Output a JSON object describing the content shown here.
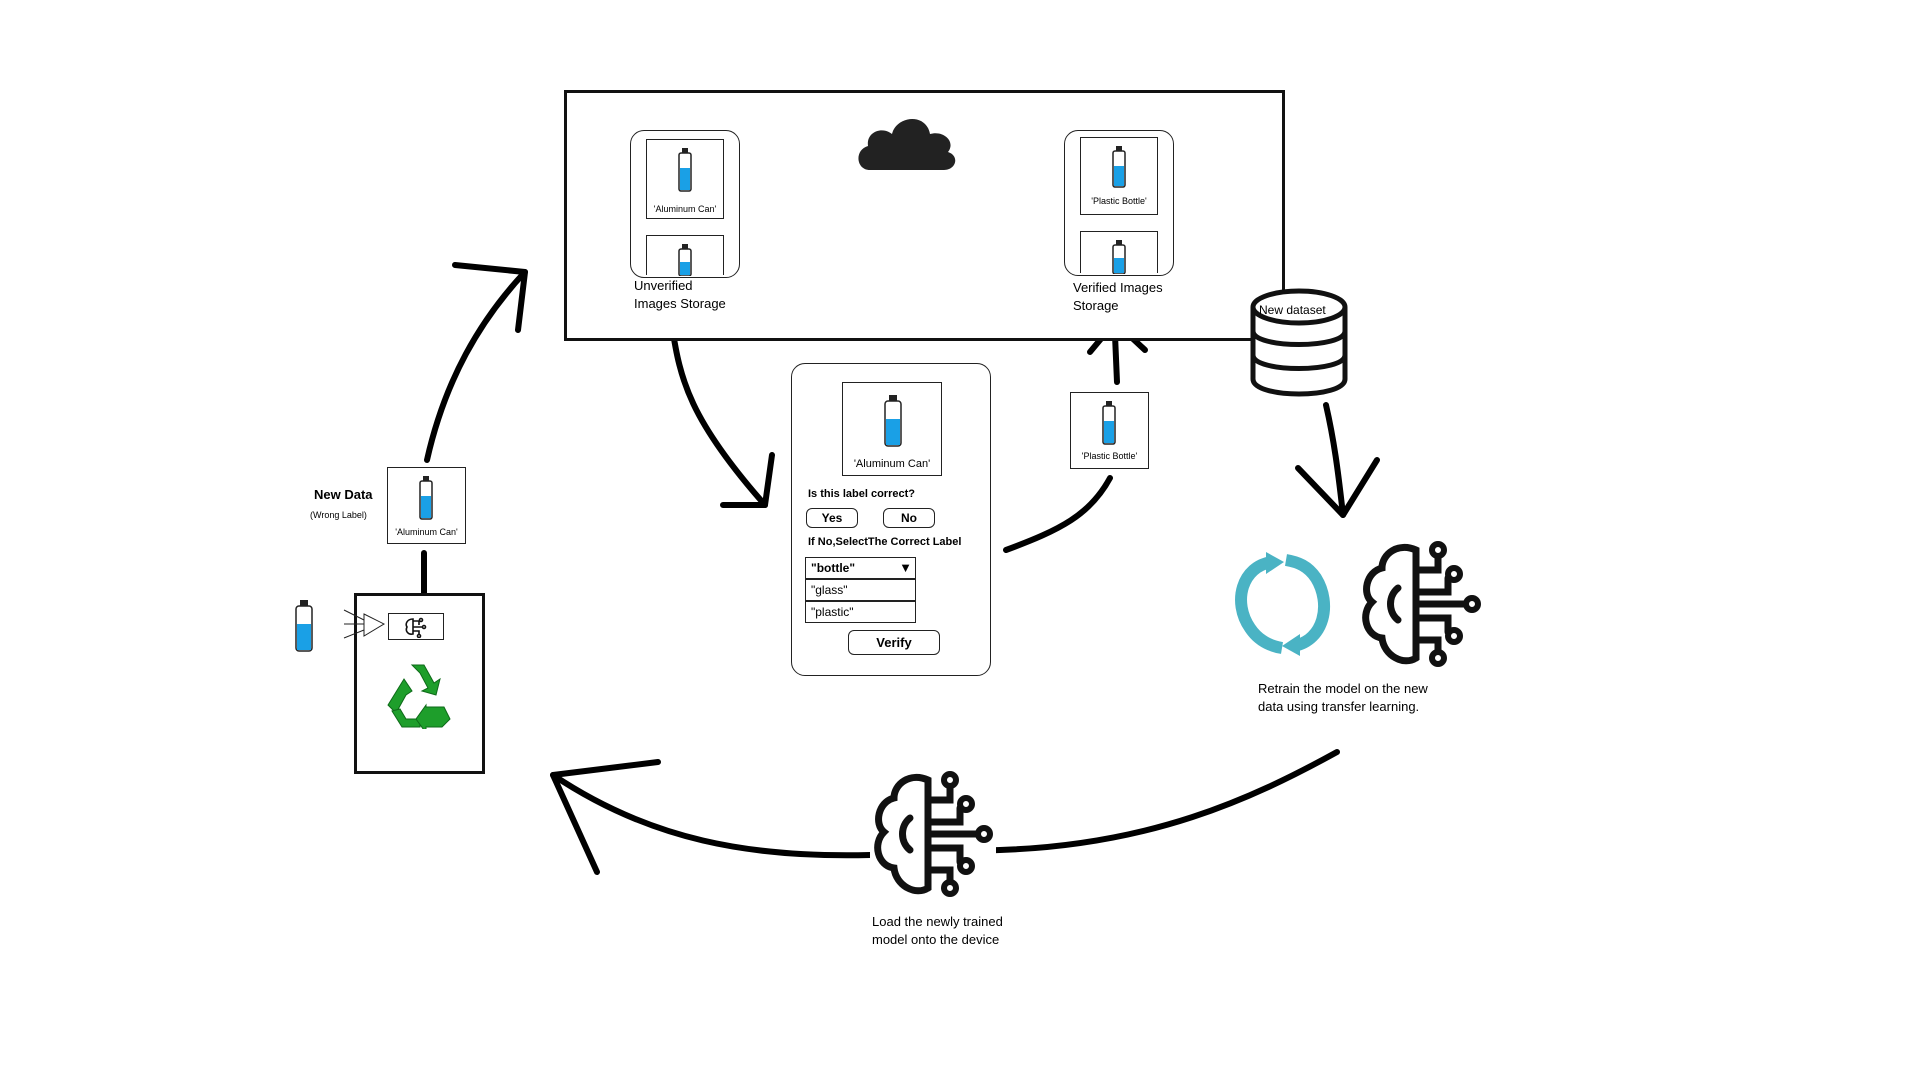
{
  "cloud_storage": {
    "unverified_label_line1": "Unverified",
    "unverified_label_line2": "Images Storage",
    "unverified_card_label": "'Aluminum Can'",
    "verified_label_line1": "Verified Images",
    "verified_label_line2": "Storage",
    "verified_card_label": "'Plastic Bottle'"
  },
  "new_dataset": {
    "label": "New dataset"
  },
  "verify_form": {
    "image_label": "'Aluminum Can'",
    "question": "Is this label correct?",
    "yes_label": "Yes",
    "no_label": "No",
    "instruction": "If No,SelectThe Correct Label",
    "selected_option": "\"bottle\"",
    "options": [
      "\"glass\"",
      "\"plastic\""
    ],
    "verify_label": "Verify"
  },
  "verified_output": {
    "card_label": "'Plastic Bottle'"
  },
  "new_data": {
    "title": "New Data",
    "subtitle": "(Wrong Label)",
    "card_label": "'Aluminum Can'"
  },
  "retrain": {
    "caption_line1": "Retrain the model on the new",
    "caption_line2": "data using transfer learning."
  },
  "deploy": {
    "caption_line1": "Load the newly trained",
    "caption_line2": "model onto the device"
  },
  "colors": {
    "bottle_blue": "#1aa0e6",
    "recycle_green": "#1e9e2b",
    "refresh_teal": "#4ab3c4",
    "ink": "#111111"
  }
}
